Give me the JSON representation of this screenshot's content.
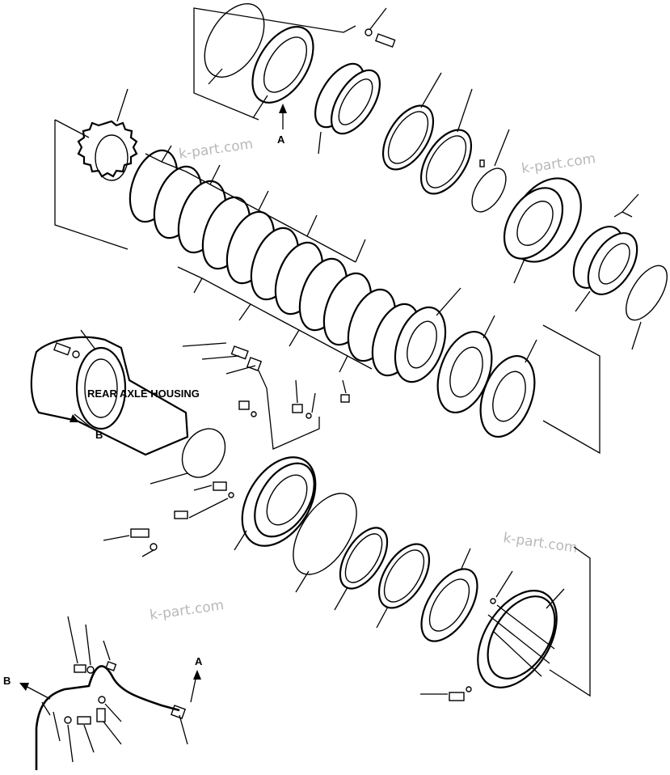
{
  "labels": {
    "housing": "REAR AXLE HOUSING",
    "ref_a_top": "A",
    "ref_b_housing": "B",
    "ref_b_tube": "B",
    "ref_a_tube": "A"
  },
  "watermarks": [
    "k-part.com",
    "k-part.com",
    "k-part.com",
    "k-part.com"
  ]
}
